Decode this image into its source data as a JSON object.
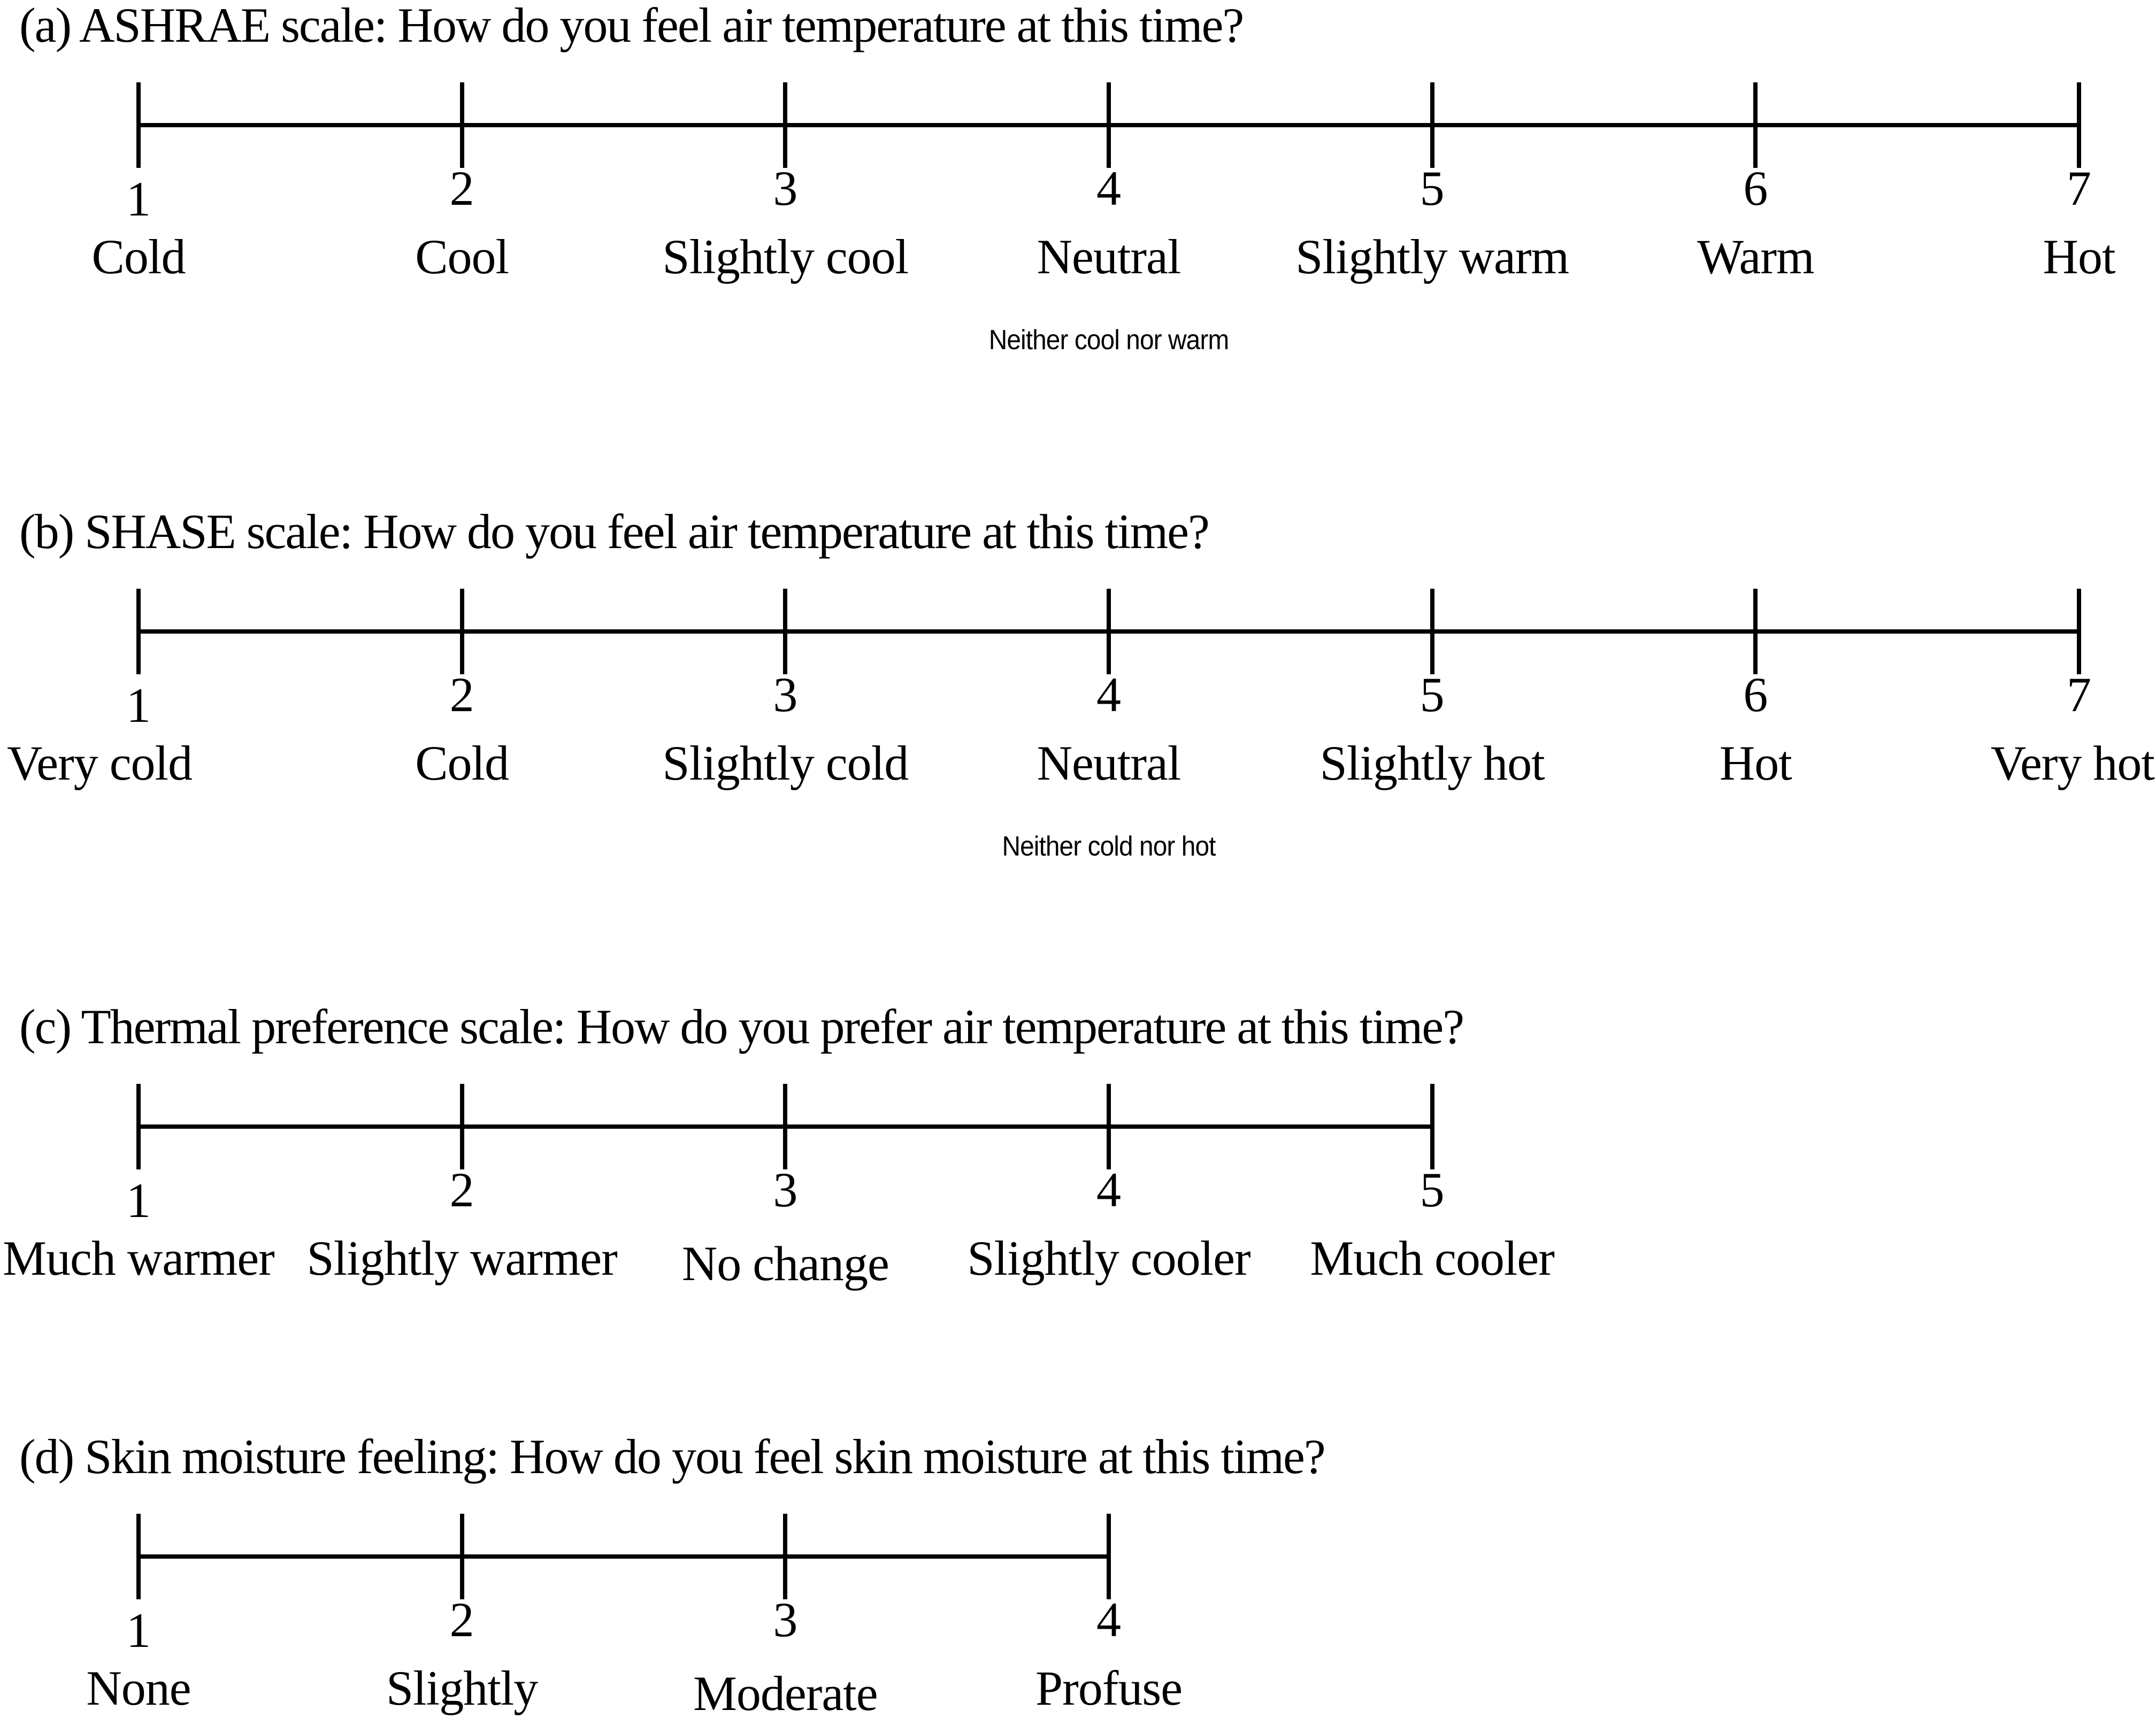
{
  "figure": {
    "scales": [
      {
        "id": "a",
        "title": "(a) ASHRAE scale: How do you feel air temperature at this time?",
        "points": [
          {
            "value": "1",
            "label": "Cold"
          },
          {
            "value": "2",
            "label": "Cool"
          },
          {
            "value": "3",
            "label": "Slightly cool"
          },
          {
            "value": "4",
            "label": "Neutral",
            "note": "Neither cool nor warm"
          },
          {
            "value": "5",
            "label": "Slightly warm"
          },
          {
            "value": "6",
            "label": "Warm"
          },
          {
            "value": "7",
            "label": "Hot"
          }
        ]
      },
      {
        "id": "b",
        "title": "(b) SHASE scale: How do you feel air temperature at this time?",
        "points": [
          {
            "value": "1",
            "label": "Very cold"
          },
          {
            "value": "2",
            "label": "Cold"
          },
          {
            "value": "3",
            "label": "Slightly cold"
          },
          {
            "value": "4",
            "label": "Neutral",
            "note": "Neither cold nor hot"
          },
          {
            "value": "5",
            "label": "Slightly hot"
          },
          {
            "value": "6",
            "label": "Hot"
          },
          {
            "value": "7",
            "label": "Very hot"
          }
        ]
      },
      {
        "id": "c",
        "title": "(c) Thermal preference scale: How do you prefer air temperature at this time?",
        "points": [
          {
            "value": "1",
            "label": "Much warmer"
          },
          {
            "value": "2",
            "label": "Slightly warmer"
          },
          {
            "value": "3",
            "label": "No change"
          },
          {
            "value": "4",
            "label": "Slightly cooler"
          },
          {
            "value": "5",
            "label": "Much cooler"
          }
        ]
      },
      {
        "id": "d",
        "title": "(d) Skin moisture feeling: How do you feel skin moisture at this time?",
        "points": [
          {
            "value": "1",
            "label": "None"
          },
          {
            "value": "2",
            "label": "Slightly"
          },
          {
            "value": "3",
            "label": "Moderate"
          },
          {
            "value": "4",
            "label": "Profuse"
          }
        ]
      }
    ]
  },
  "colors": {
    "ink": "#000000",
    "background": "#ffffff"
  }
}
